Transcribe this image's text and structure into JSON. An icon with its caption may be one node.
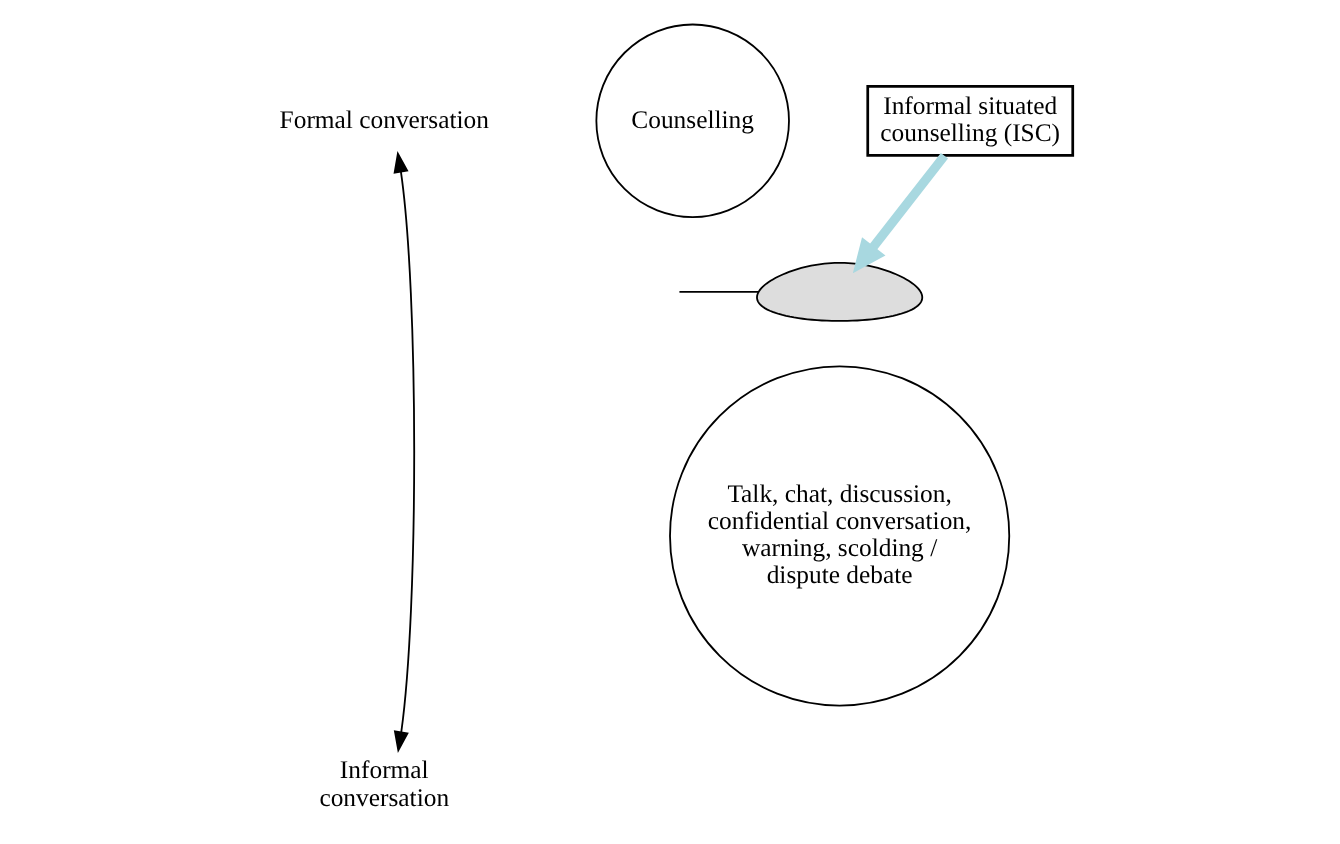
{
  "diagram": {
    "nodes": [
      {
        "text": [
          "Formal conversation"
        ]
      },
      {
        "text": [
          "Informal conversation"
        ]
      },
      {
        "text": [
          "Counselling"
        ]
      },
      {
        "text": [],
        "shape": "cloud"
      },
      {
        "text": [
          "Talk, chat, discussion, confidential conversation, warning, scolding / dispute debate"
        ]
      },
      {
        "text": [
          "Informal situated counselling (ISC)"
        ]
      }
    ],
    "edges": [
      {
        "from": 0,
        "to": 1,
        "arrow": "both"
      },
      {
        "from": 5,
        "to": 3,
        "arrow": "to",
        "style": "thick",
        "color": "#a8d8e0"
      },
      {
        "from": null,
        "to": 3,
        "arrow": "none"
      }
    ]
  }
}
